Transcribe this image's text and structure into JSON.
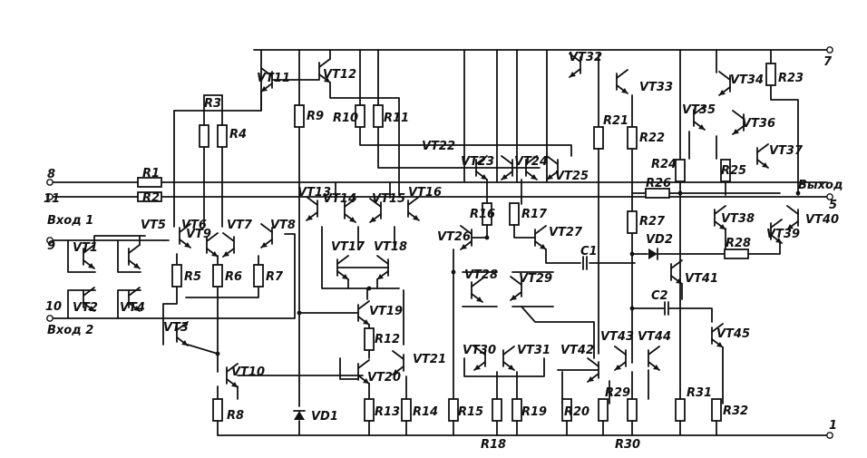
{
  "terminals": [
    {
      "id": "t7",
      "label": "7"
    },
    {
      "id": "t8",
      "label": "8"
    },
    {
      "id": "t11",
      "label": "11"
    },
    {
      "id": "t9",
      "label": "9"
    },
    {
      "id": "t10",
      "label": "10"
    },
    {
      "id": "t5",
      "label": "5"
    },
    {
      "id": "t1",
      "label": "1"
    }
  ],
  "io_labels": {
    "input1": "Вход 1",
    "input2": "Вход 2",
    "output": "Выход"
  },
  "transistors": [
    "VT1",
    "VT2",
    "VT3",
    "VT4",
    "VT5",
    "VT6",
    "VT7",
    "VT8",
    "VT9",
    "VT10",
    "VT11",
    "VT12",
    "VT13",
    "VT14",
    "VT15",
    "VT16",
    "VT17",
    "VT18",
    "VT19",
    "VT20",
    "VT21",
    "VT22",
    "VT23",
    "VT24",
    "VT25",
    "VT26",
    "VT27",
    "VT28",
    "VT29",
    "VT30",
    "VT31",
    "VT32",
    "VT33",
    "VT34",
    "VT35",
    "VT36",
    "VT37",
    "VT38",
    "VT39",
    "VT40",
    "VT41",
    "VT42",
    "VT43",
    "VT44",
    "VT45"
  ],
  "resistors": [
    "R1",
    "R2",
    "R3",
    "R4",
    "R5",
    "R6",
    "R7",
    "R8",
    "R9",
    "R10",
    "R11",
    "R12",
    "R13",
    "R14",
    "R15",
    "R16",
    "R17",
    "R18",
    "R19",
    "R20",
    "R21",
    "R22",
    "R23",
    "R24",
    "R25",
    "R26",
    "R27",
    "R28",
    "R29",
    "R30",
    "R31",
    "R32"
  ],
  "capacitors": [
    "C1",
    "C2"
  ],
  "diodes": [
    "VD1",
    "VD2"
  ]
}
